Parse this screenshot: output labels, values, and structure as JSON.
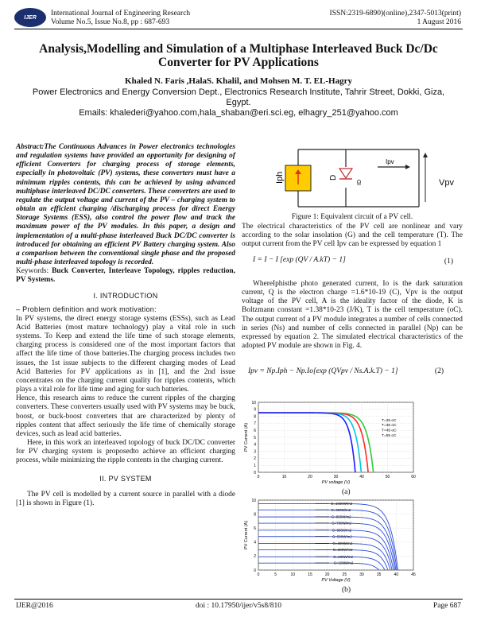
{
  "header": {
    "journal": "International Journal of Engineering Research",
    "volume": "Volume No.5, Issue No.8, pp : 687-693",
    "issn": "ISSN:2319-6890)(online),2347-5013(print)",
    "date": "1 August  2016",
    "logo_text": "IJER"
  },
  "paper": {
    "title_line1": "Analysis,Modelling and Simulation of a Multiphase Interleaved Buck Dc/Dc",
    "title_line2": "Converter for PV Applications",
    "authors": "Khaled N. Faris ,HalaS. Khalil, and Mohsen M. T. EL-Hagry",
    "affiliation_line1": "Power Electronics and Energy Conversion Dept., Electronics Research Institute, Tahrir Street, Dokki, Giza,",
    "affiliation_line2": "Egypt.",
    "emails": "Emails: khalederi@yahoo.com,hala_shaban@eri.sci.eg, elhagry_251@yahoo.com"
  },
  "left": {
    "abstract": "Abstract:The Continuous Advances in Power electronics technologies and regulation systems have provided an opportunity for designing of efficient Converters for charging process of storage elements, especially in photovoltaic (PV) systems, these converters must have a minimum ripples contents, this can be achieved by using advanced multiphase interleaved DC/DC converters. These converters are used to regulate the output voltage and current of the PV – charging system to obtain an efficient charging /discharging process for direct Energy Storage Systems (ESS), also control the power flow and track the maximum power of the PV modules.  In this paper, a design and implementation of a multi-phase interleaved Buck DC/DC converter is introduced for obtaining an efficient PV Battery charging system. Also a comparison between the conventional single phase and the proposed multi-phase interleaved topology is recorded.",
    "keywords_label": "Keywords:",
    "keywords": " Buck Converter, Interleave Topology, ripples reduction, PV Systems.",
    "sec1": "I.  INTRODUCTION",
    "problem": "– Problem definition and work motivation:",
    "p1": "In PV systems, the direct energy storage systems (ESSs), such as Lead Acid Batteries (most mature technology) play a vital role in such systems. To Keep and extend the life time of such storage elements, charging process is considered one of the most important factors that affect the life time of those batteries.The charging process includes two issues, the 1st issue subjects to the different charging modes of Lead Acid Batteries for PV applications as in [1], and the 2nd issue concentrates on the charging current quality for ripples contents, which plays a vital role for life time and aging for such batteries.",
    "p2": "Hence, this research aims to reduce the current ripples of the charging converters. These converters usually used with PV systems may be buck, boost, or buck-boost converters that are characterized by plenty of ripples content that affect seriously the life time of chemically storage devices, such as lead acid batteries.",
    "p3": "Here, in this work an interleaved topology of buck DC/DC converter for PV charging system is proposedto achieve an efficient charging process, while minimizing the ripple contents in the charging current.",
    "sec2": "II.  PV SYSTEM",
    "p4": "The PV cell is modelled by a current source in parallel with a diode [1] is shown in Figure (1)."
  },
  "right": {
    "fig1_caption": "Figure 1: Equivalent circuit of a PV cell.",
    "fig1_labels": {
      "iph": "Iph",
      "d": "D",
      "id": "ID",
      "ipv": "Ipv",
      "vpv": "Vpv"
    },
    "p1": "The electrical characteristics of the PV cell are nonlinear and vary according to the solar insolation (G) and the cell temperature (T). The output current from the PV cell Ipv can be expressed by equation 1",
    "eq1": "I = I − I [exp (QV / A.kT) − 1]",
    "eq1_num": "(1)",
    "p2": "WhereIphisthe photo generated current, Io is the dark saturation current, Q is the electron charge =1.6*10-19 (C), Vpv is the output voltage of the PV cell, A is the ideality factor of the diode, K is Boltzmann constant =1.38*10-23 (J/K), T is the cell temperature (oC). The output current of a PV module integrates a number of cells connected in series (Ns) and number of cells connected in parallel (Np) can be expressed by equation 2. The simulated electrical characteristics of the adopted PV module are shown in Fig. 4.",
    "eq2": "Ipv = Np.Iph − Np.Io[exp (QVpv / Ns.A.k.T) − 1]",
    "eq2_num": "(2)",
    "fig_a_label": "(a)",
    "fig_b_label": "(b)"
  },
  "chart_data": [
    {
      "type": "line",
      "xlabel": "PV voltage (V)",
      "ylabel": "PV Current (A)",
      "xlim": [
        0,
        60
      ],
      "ylim": [
        0,
        10
      ],
      "xticks": [
        0,
        10,
        20,
        30,
        40,
        50,
        60
      ],
      "yticks": [
        0,
        1,
        2,
        3,
        4,
        5,
        6,
        7,
        8,
        9,
        10
      ],
      "isc": 8.5,
      "series": [
        {
          "name": "T=25 oC",
          "voc": 44.5,
          "color": "#2ecc40"
        },
        {
          "name": "T=35 oC",
          "voc": 42.5,
          "color": "#ff2a2a"
        },
        {
          "name": "T=45 oC",
          "voc": 39.8,
          "color": "#00c8e0"
        },
        {
          "name": "T=55 oC",
          "voc": 37.5,
          "color": "#1a1aff"
        }
      ]
    },
    {
      "type": "line",
      "xlabel": "PV Voltage (V)",
      "ylabel": "PV Current (A)",
      "xlim": [
        0,
        45
      ],
      "ylim": [
        0,
        10
      ],
      "xticks": [
        0,
        5,
        10,
        15,
        20,
        25,
        30,
        35,
        40,
        45
      ],
      "yticks": [
        0,
        2,
        4,
        6,
        8,
        10
      ],
      "color": "#2d4bd6",
      "series": [
        {
          "name": "G=1000W/m2",
          "isc": 9.5,
          "voc": 40.5
        },
        {
          "name": "G=900W/m2",
          "isc": 8.6,
          "voc": 40.2
        },
        {
          "name": "G=800W/m2",
          "isc": 7.6,
          "voc": 39.9
        },
        {
          "name": "G=700W/m2",
          "isc": 6.7,
          "voc": 39.6
        },
        {
          "name": "G=600W/m2",
          "isc": 5.7,
          "voc": 39.2
        },
        {
          "name": "G=500W/m2",
          "isc": 4.8,
          "voc": 38.8
        },
        {
          "name": "G=400W/m2",
          "isc": 3.8,
          "voc": 38.3
        },
        {
          "name": "G=300W/m2",
          "isc": 2.9,
          "voc": 37.6
        },
        {
          "name": "G=200W/m2",
          "isc": 1.9,
          "voc": 36.7
        },
        {
          "name": "G=100W/m2",
          "isc": 1.0,
          "voc": 35.0
        }
      ]
    }
  ],
  "footer": {
    "left": "IJER@2016",
    "center": "doi : 10.17950/ijer/v5s8/810",
    "right": "Page 687"
  }
}
